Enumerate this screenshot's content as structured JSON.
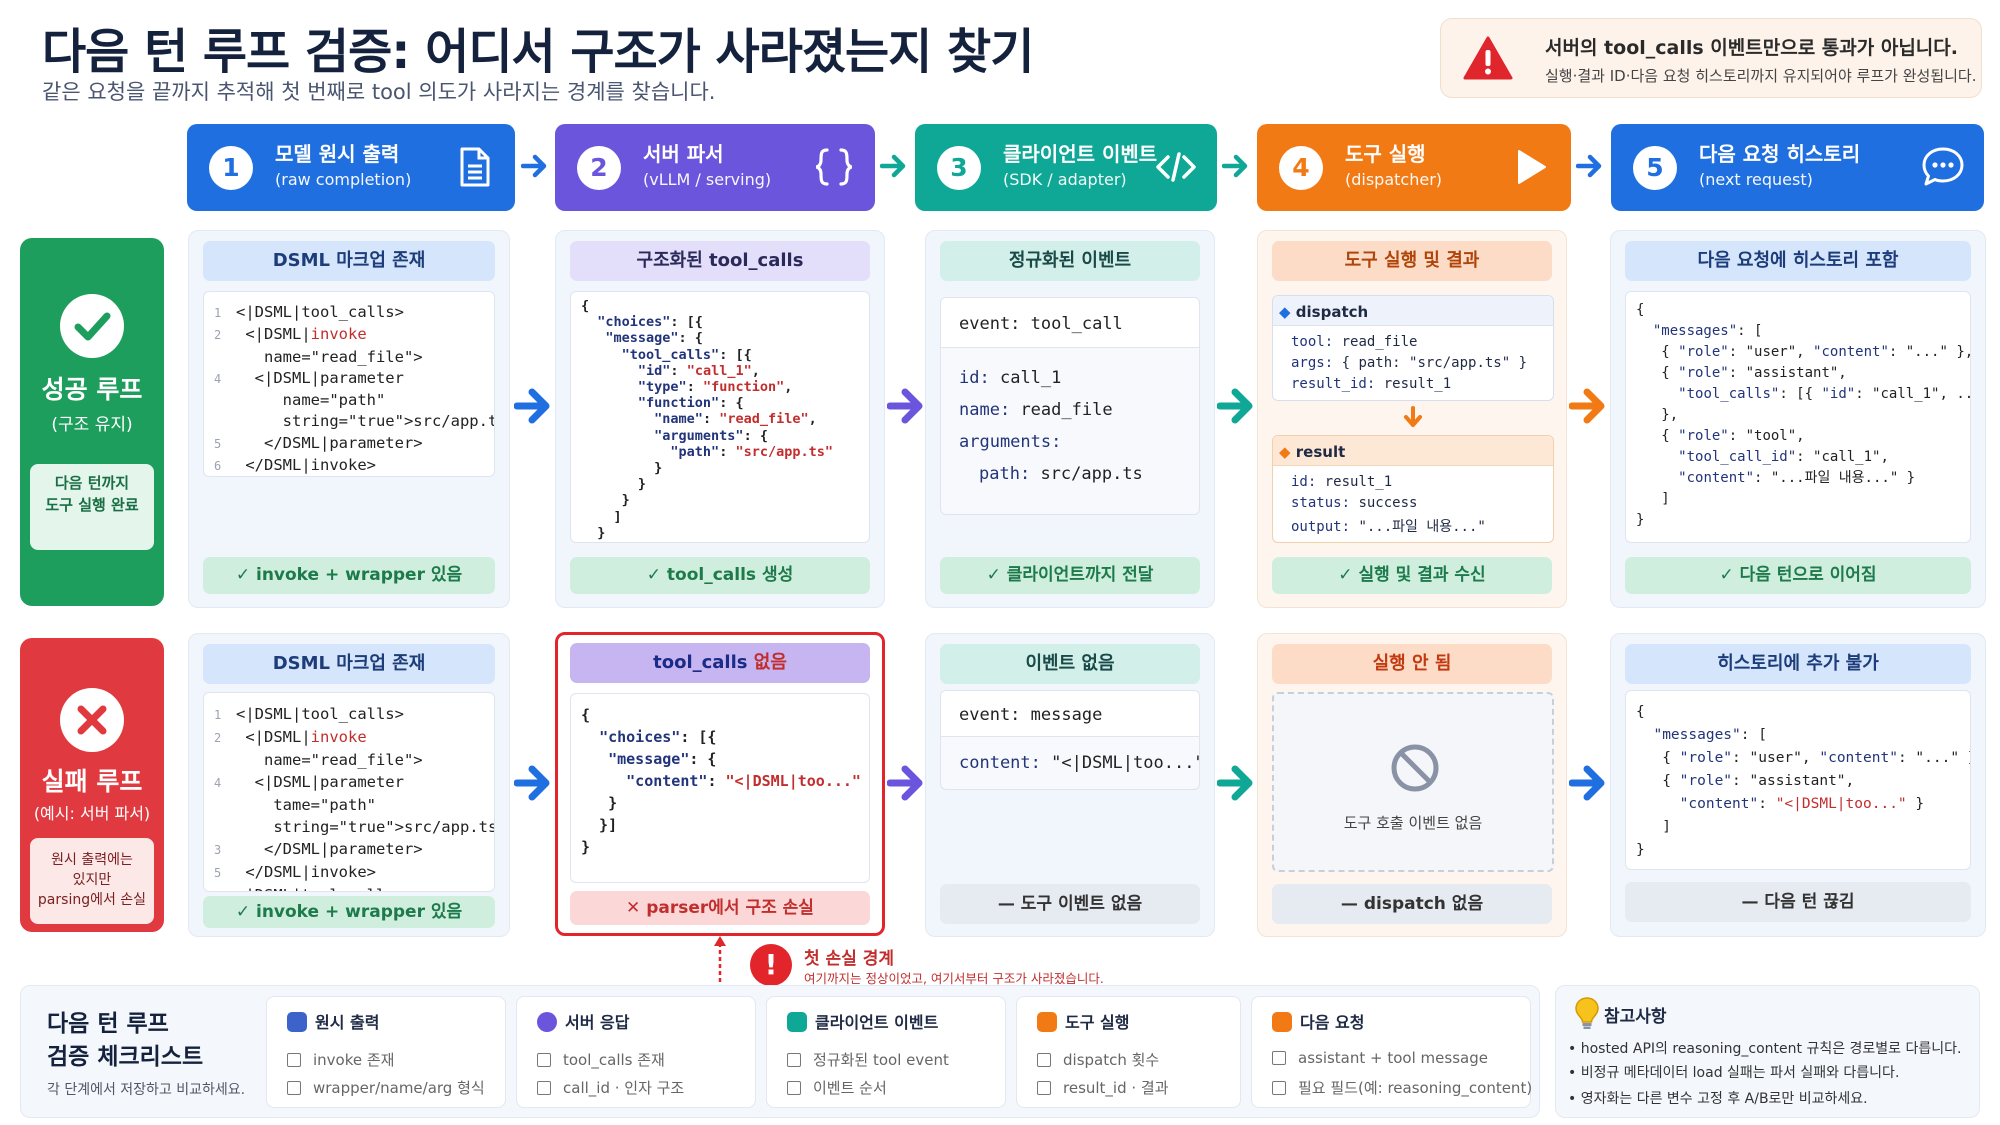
{
  "header": {
    "title": "다음 턴 루프 검증: 어디서 구조가 사라졌는지 찾기",
    "subtitle": "같은 요청을 끝까지 추적해 첫 번째로 tool 의도가 사라지는 경계를 찾습니다."
  },
  "warning": {
    "line1": "서버의 tool_calls 이벤트만으로 통과가 아닙니다.",
    "line2": "실행·결과 ID·다음 요청 히스토리까지 유지되어야 루프가 완성됩니다."
  },
  "stages": [
    {
      "num": "1",
      "name": "모델 원시 출력",
      "sub": "(raw completion)",
      "icon": "document-icon",
      "color": "#1f6fe0"
    },
    {
      "num": "2",
      "name": "서버 파서",
      "sub": "(vLLM / serving)",
      "icon": "braces-icon",
      "color": "#6a55dc"
    },
    {
      "num": "3",
      "name": "클라이언트 이벤트",
      "sub": "(SDK / adapter)",
      "icon": "code-icon",
      "color": "#0fa796"
    },
    {
      "num": "4",
      "name": "도구 실행",
      "sub": "(dispatcher)",
      "icon": "play-icon",
      "color": "#f27a15"
    },
    {
      "num": "5",
      "name": "다음 요청 히스토리",
      "sub": "(next request)",
      "icon": "chat-icon",
      "color": "#1f6fe0"
    }
  ],
  "success_row": {
    "label": "성공 루프",
    "sublabel": "(구조 유지)",
    "badge_line1": "다음 턴까지",
    "badge_line2": "도구 실행 완료",
    "c1": {
      "head": "DSML 마크업 존재",
      "foot": "✓  invoke + wrapper 있음"
    },
    "c2": {
      "head": "구조화된 tool_calls",
      "foot": "✓  tool_calls 생성"
    },
    "c3": {
      "head": "정규화된 이벤트",
      "foot": "✓  클라이언트까지 전달",
      "event_k": "event:",
      "event_v": "tool_call",
      "id_k": "id:",
      "id_v": "call_1",
      "name_k": "name:",
      "name_v": "read_file",
      "args_k": "arguments:",
      "path_k": "path:",
      "path_v": "src/app.ts"
    },
    "c4": {
      "head": "도구 실행 및 결과",
      "foot": "✓  실행 및 결과 수신",
      "dispatch": "dispatch",
      "tool_k": "tool:",
      "tool_v": "read_file",
      "args_k": "args:",
      "args_v": "{ path: \"src/app.ts\" }",
      "rid_k": "result_id:",
      "rid_v": "result_1",
      "result": "result",
      "id_k": "id:",
      "id_v": "result_1",
      "status_k": "status:",
      "status_v": "success",
      "output_k": "output:",
      "output_v": "\"...파일 내용...\""
    },
    "c5": {
      "head": "다음 요청에 히스토리 포함",
      "foot": "✓  다음 턴으로 이어짐"
    }
  },
  "fail_row": {
    "label": "실패 루프",
    "sublabel": "(예시: 서버 파서)",
    "badge_line1": "원시 출력에는",
    "badge_line2": "있지만",
    "badge_line3": "parsing에서 손실",
    "c1": {
      "head": "DSML 마크업 존재",
      "foot": "✓  invoke + wrapper 있음"
    },
    "c2": {
      "head_a": "tool_calls",
      "head_b": " 없음",
      "foot": "✕  parser에서 구조 손실"
    },
    "c3": {
      "head": "이벤트 없음",
      "foot": "—  도구 이벤트 없음",
      "event_k": "event:",
      "event_v": "message",
      "content_k": "content:",
      "content_v": "\"<|DSML|too...\""
    },
    "c4": {
      "head": "실행 안 됨",
      "foot": "—  dispatch 없음",
      "empty": "도구 호출 이벤트 없음"
    },
    "c5": {
      "head": "히스토리에 추가 불가",
      "foot": "—  다음 턴 끊김"
    }
  },
  "boundary": {
    "title": "첫 손실 경계",
    "desc": "여기까지는 정상이었고, 여기서부터 구조가 사라졌습니다."
  },
  "checklist": {
    "title_line1": "다음 턴 루프",
    "title_line2": "검증 체크리스트",
    "sub": "각 단계에서 저장하고 비교하세요.",
    "columns": [
      {
        "head": "원시 출력",
        "color": "#3b63c9",
        "items": [
          "invoke 존재",
          "wrapper/name/arg 형식"
        ]
      },
      {
        "head": "서버 응답",
        "color": "#6a55dc",
        "items": [
          "tool_calls 존재",
          "call_id · 인자 구조"
        ]
      },
      {
        "head": "클라이언트 이벤트",
        "color": "#0fa796",
        "items": [
          "정규화된 tool event",
          "이벤트 순서"
        ]
      },
      {
        "head": "도구 실행",
        "color": "#f27a15",
        "items": [
          "dispatch 횟수",
          "result_id · 결과"
        ]
      },
      {
        "head": "다음 요청",
        "color": "#f27a15",
        "items": [
          "assistant + tool message",
          "필요 필드(예: reasoning_content)"
        ]
      }
    ]
  },
  "reference": {
    "title": "참고사항",
    "items": [
      "hosted API의 reasoning_content 규칙은 경로별로 다릅니다.",
      "비정규 메타데이터 load 실패는 파서 실패와 다릅니다.",
      "영자화는 다른 변수 고정 후 A/B로만 비교하세요."
    ]
  },
  "colors": {
    "success": "#1e9e5c",
    "fail": "#e0393f",
    "blue": "#1f6fe0",
    "purple": "#6a55dc",
    "teal": "#0fa796",
    "orange": "#f27a15"
  }
}
